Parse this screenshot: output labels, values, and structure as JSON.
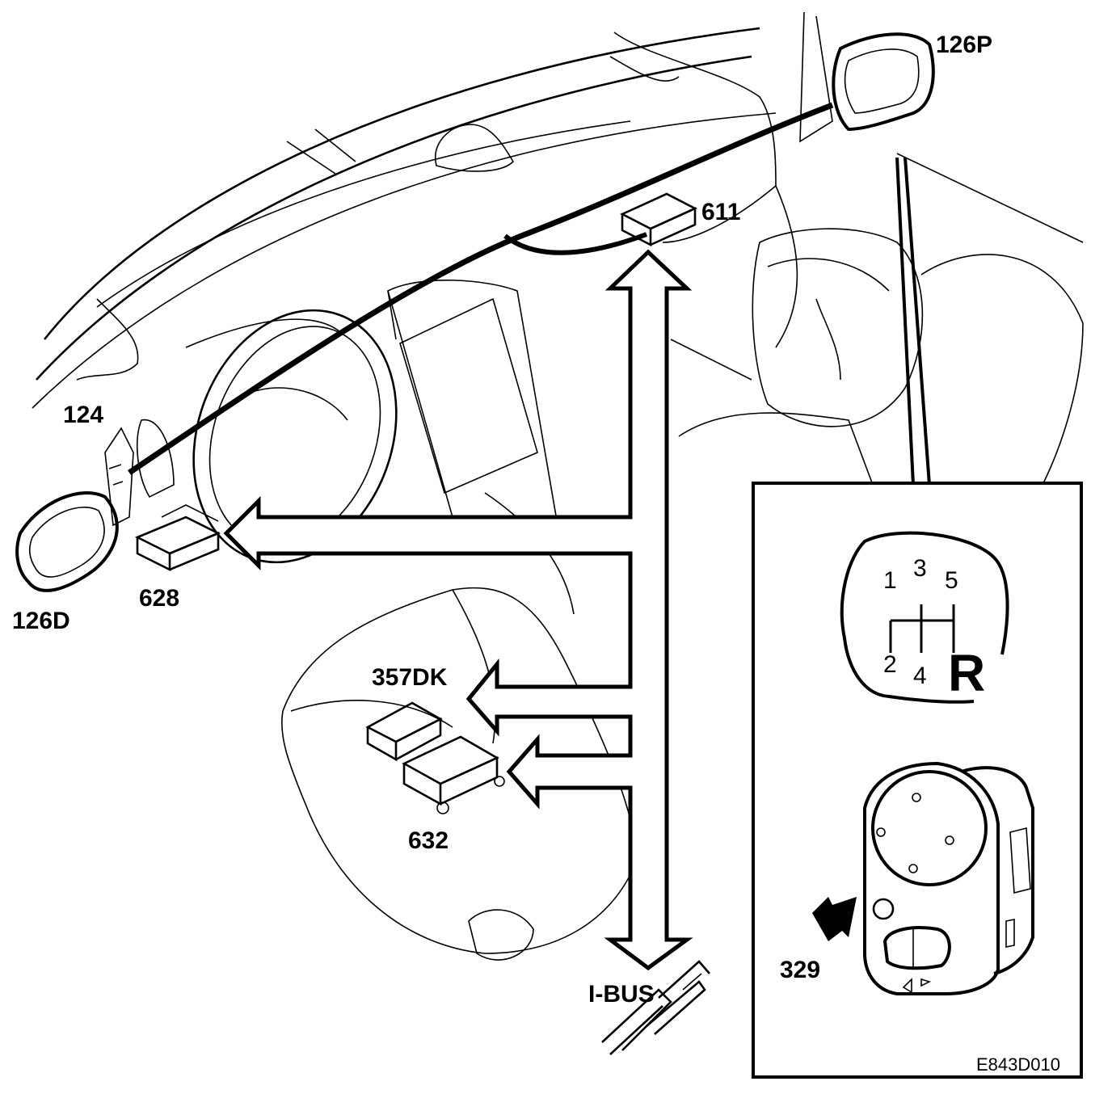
{
  "labels": {
    "mirror_passenger": "126P",
    "module_611": "611",
    "mirror_switch_124": "124",
    "mirror_driver": "126D",
    "module_628": "628",
    "seat_module_357dk": "357DK",
    "seat_module_632": "632",
    "bus": "I-BUS",
    "reverse_switch_329": "329",
    "figure_code": "E843D010"
  },
  "gear_pattern": {
    "g1": "1",
    "g2": "2",
    "g3": "3",
    "g4": "4",
    "g5": "5",
    "reverse": "R"
  }
}
